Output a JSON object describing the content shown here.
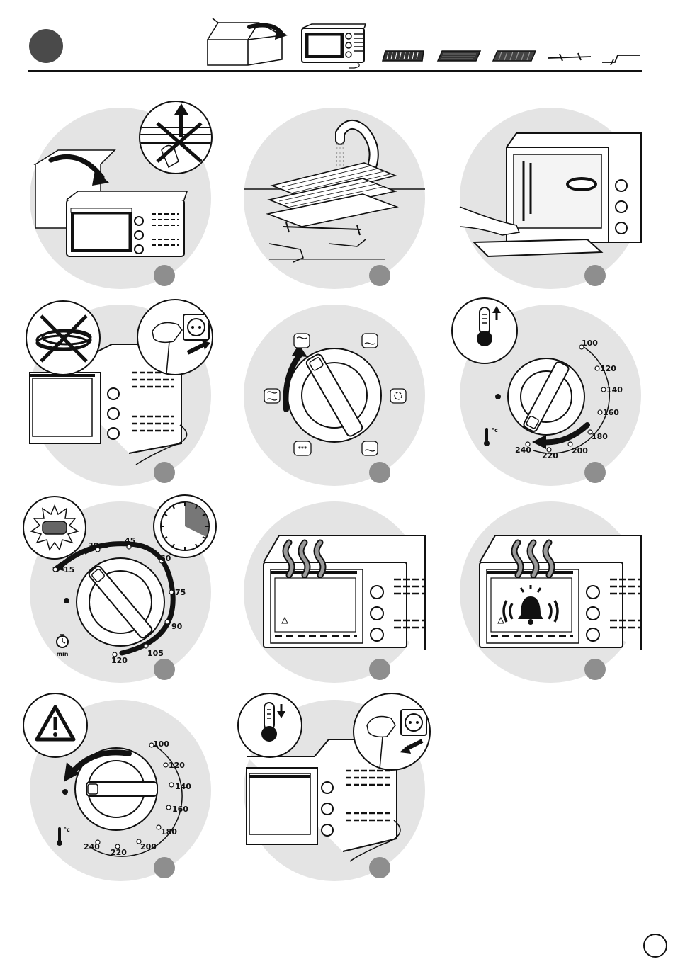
{
  "header": {
    "section_marker_color": "#4a4a4a",
    "contents_icons": [
      "box-icon",
      "oven-icon",
      "wire-rack-icon",
      "baking-tray-icon",
      "grill-rack-icon",
      "rotisserie-spit-icon",
      "tray-handle-icon"
    ]
  },
  "colors": {
    "panel_bg": "#e4e4e4",
    "step_badge": "#8e8e8e",
    "line": "#111111"
  },
  "function_dial": {
    "icons": [
      "top-heat-icon",
      "bottom-heat-icon",
      "convection-icon",
      "top-bottom-heat-icon",
      "rotisserie-icon",
      "defrost-icon"
    ]
  },
  "thermostat": {
    "labels": [
      "100",
      "120",
      "140",
      "160",
      "180",
      "200",
      "220",
      "240"
    ],
    "unit": "°c"
  },
  "timer": {
    "labels": [
      "15",
      "30",
      "45",
      "60",
      "75",
      "90",
      "105",
      "120"
    ],
    "unit": "min"
  },
  "thermostat_off": {
    "labels": [
      "100",
      "120",
      "140",
      "160",
      "180",
      "200",
      "220",
      "240"
    ],
    "unit": "°c"
  }
}
